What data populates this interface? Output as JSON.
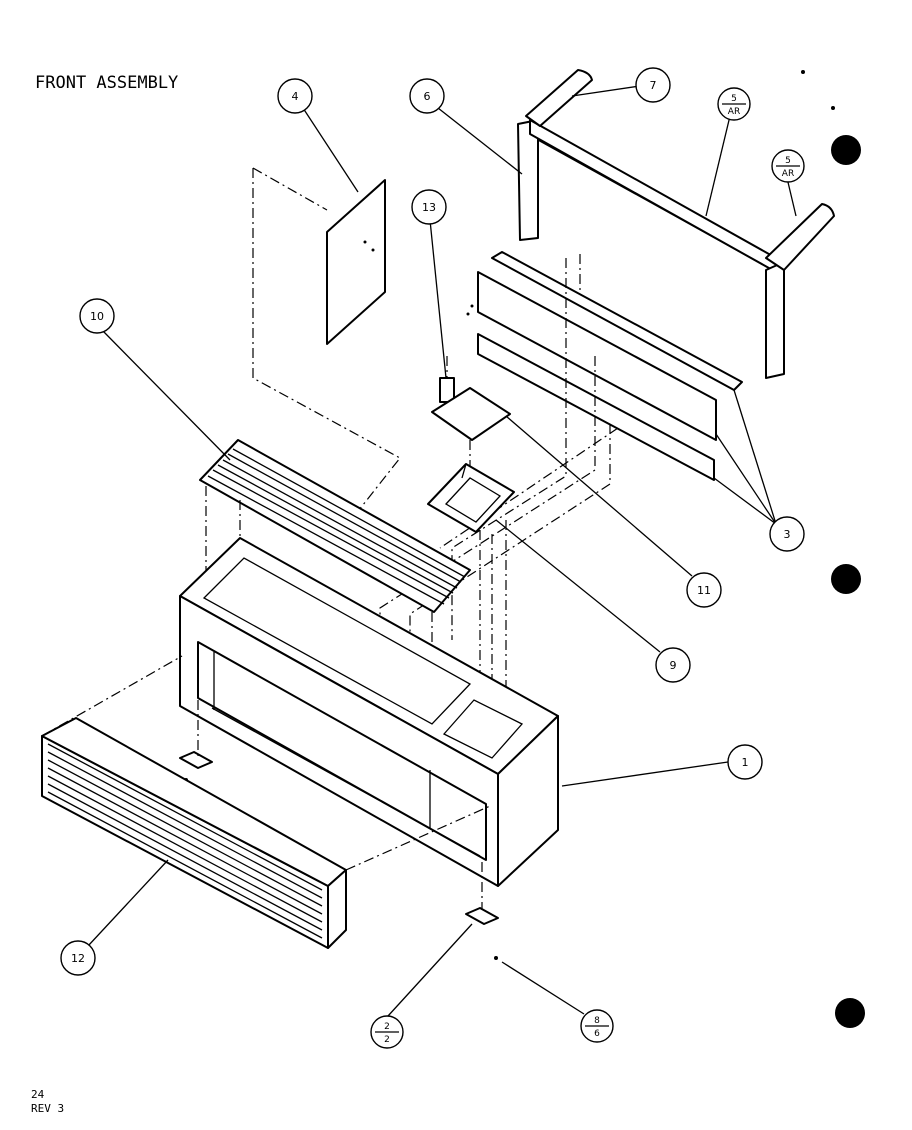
{
  "diagram": {
    "title": "FRONT ASSEMBLY",
    "footer": {
      "page": "24",
      "revision": "REV 3"
    },
    "callouts": [
      {
        "id": "callout-4",
        "label": "4"
      },
      {
        "id": "callout-6",
        "label": "6"
      },
      {
        "id": "callout-7",
        "label": "7"
      },
      {
        "id": "callout-13",
        "label": "13"
      },
      {
        "id": "callout-10",
        "label": "10"
      },
      {
        "id": "callout-3",
        "label": "3"
      },
      {
        "id": "callout-11",
        "label": "11"
      },
      {
        "id": "callout-9",
        "label": "9"
      },
      {
        "id": "callout-1",
        "label": "1"
      },
      {
        "id": "callout-12",
        "label": "12"
      }
    ],
    "references": [
      {
        "id": "ref-5-ar-a",
        "top": "5",
        "bottom": "AR"
      },
      {
        "id": "ref-5-ar-b",
        "top": "5",
        "bottom": "AR"
      },
      {
        "id": "ref-2-2",
        "top": "2",
        "bottom": "2"
      },
      {
        "id": "ref-8-6",
        "top": "8",
        "bottom": "6"
      }
    ],
    "colors": {
      "ink": "#000000",
      "paper": "#ffffff"
    }
  }
}
